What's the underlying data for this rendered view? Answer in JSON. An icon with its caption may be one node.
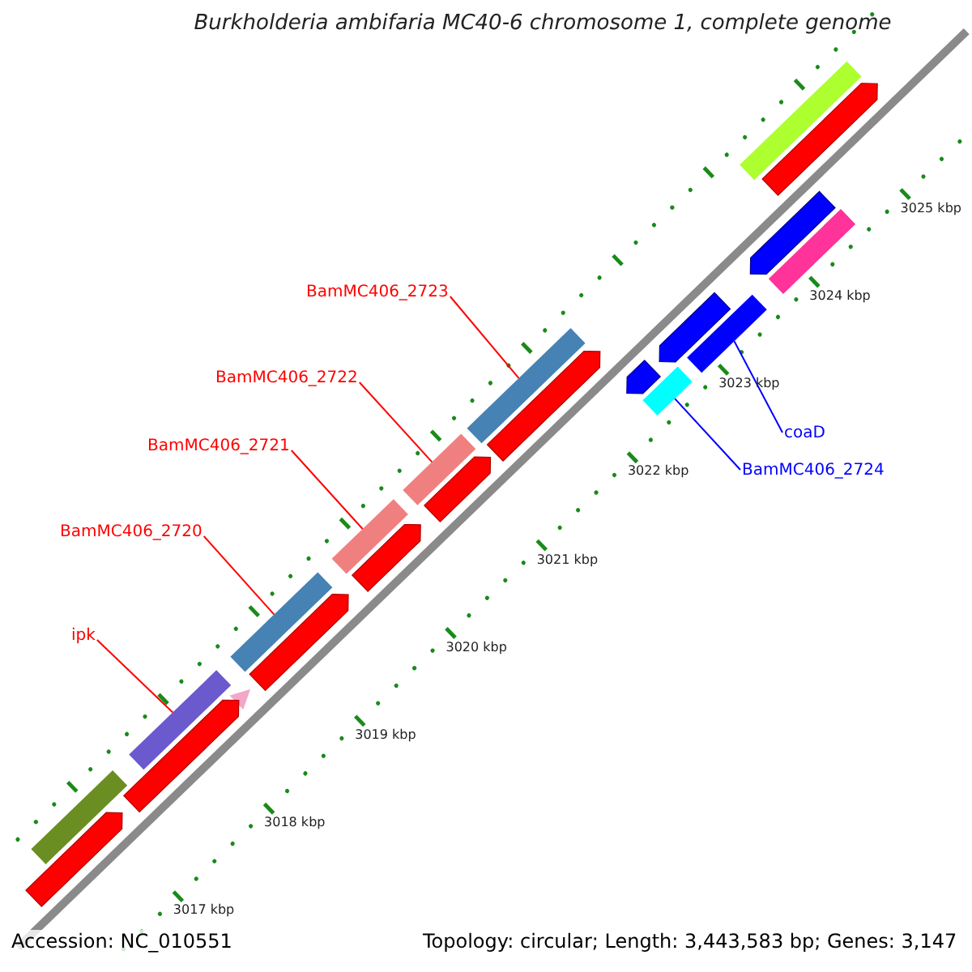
{
  "diagram": {
    "title": "Burkholderia ambifaria MC40-6 chromosome 1, complete genome",
    "nodes": [
      {
        "text": [
          "BamMC406_2723"
        ]
      },
      {
        "text": [
          "BamMC406_2722"
        ]
      },
      {
        "text": [
          "BamMC406_2721"
        ]
      },
      {
        "text": [
          "BamMC406_2720"
        ]
      },
      {
        "text": [
          "ipk"
        ]
      },
      {
        "text": [
          "coaD"
        ]
      },
      {
        "text": [
          "BamMC406_2724"
        ]
      },
      {
        "text": [],
        "shape": "bar"
      },
      {
        "text": [],
        "shape": "bar"
      },
      {
        "text": [],
        "shape": "bar"
      },
      {
        "text": [],
        "shape": "bar"
      },
      {
        "text": [],
        "shape": "bar"
      },
      {
        "text": [],
        "shape": "bar"
      },
      {
        "text": [],
        "shape": "bar"
      }
    ],
    "edges": [
      {
        "from": 0,
        "to": 7,
        "arrow": "none"
      },
      {
        "from": 1,
        "to": 8,
        "arrow": "none"
      },
      {
        "from": 2,
        "to": 9,
        "arrow": "none"
      },
      {
        "from": 3,
        "to": 10,
        "arrow": "none"
      },
      {
        "from": 4,
        "to": 11,
        "arrow": "none"
      },
      {
        "from": 5,
        "to": 12,
        "arrow": "none",
        "color": "#0000ff"
      },
      {
        "from": 6,
        "to": 13,
        "arrow": "none",
        "color": "#0000ff"
      }
    ],
    "labels": [
      "3017 kbp",
      "3018 kbp",
      "3019 kbp",
      "3020 kbp",
      "3021 kbp",
      "3022 kbp",
      "3023 kbp",
      "3024 kbp",
      "3025 kbp",
      "Accession: NC_010551",
      "Topology: circular; Length: 3,443,583 bp; Genes: 3,147"
    ]
  }
}
